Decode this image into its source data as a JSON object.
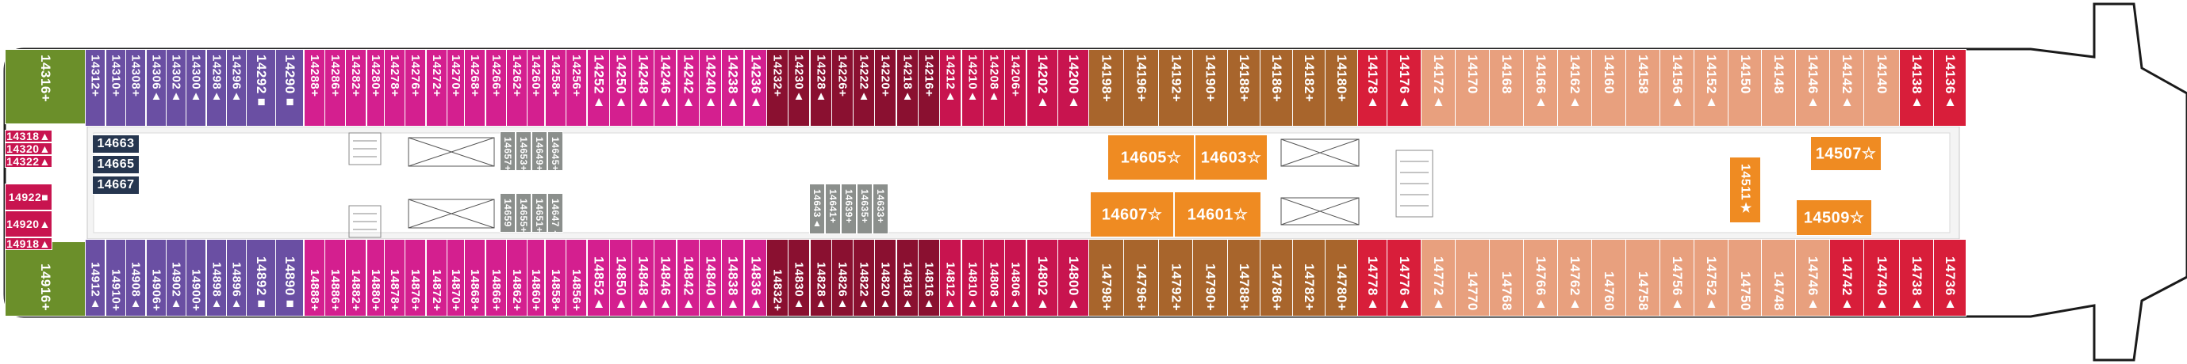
{
  "colors": {
    "aft_green": "#6b8f2a",
    "purple": "#6a4fa3",
    "magenta": "#d41f8f",
    "crimson": "#c8144f",
    "maroon": "#8a1030",
    "brown": "#a8652c",
    "tan": "#e8a07e",
    "red": "#d81e3a",
    "suite_orange": "#ef8b22",
    "navy": "#26364f",
    "grey": "#8b8f8c",
    "outline": "#1a1a1a"
  },
  "top_row": [
    {
      "n": "14316",
      "s": "+",
      "c": "aft_green"
    },
    {
      "n": "14312",
      "s": "+",
      "c": "purple"
    },
    {
      "n": "14310",
      "s": "+",
      "c": "purple"
    },
    {
      "n": "14308",
      "s": "+",
      "c": "purple"
    },
    {
      "n": "14306",
      "s": "▲",
      "c": "purple"
    },
    {
      "n": "14302",
      "s": "▲",
      "c": "purple"
    },
    {
      "n": "14300",
      "s": "▲",
      "c": "purple"
    },
    {
      "n": "14298",
      "s": "▲",
      "c": "purple"
    },
    {
      "n": "14296",
      "s": "▲",
      "c": "purple"
    },
    {
      "n": "14292",
      "s": "■",
      "c": "purple"
    },
    {
      "n": "14290",
      "s": "■",
      "c": "purple"
    },
    {
      "n": "14288",
      "s": "+",
      "c": "magenta"
    },
    {
      "n": "14286",
      "s": "+",
      "c": "magenta"
    },
    {
      "n": "14282",
      "s": "+",
      "c": "magenta"
    },
    {
      "n": "14280",
      "s": "+",
      "c": "magenta"
    },
    {
      "n": "14278",
      "s": "+",
      "c": "magenta"
    },
    {
      "n": "14276",
      "s": "+",
      "c": "magenta"
    },
    {
      "n": "14272",
      "s": "+",
      "c": "magenta"
    },
    {
      "n": "14270",
      "s": "+",
      "c": "magenta"
    },
    {
      "n": "14268",
      "s": "+",
      "c": "magenta"
    },
    {
      "n": "14266",
      "s": "+",
      "c": "magenta"
    },
    {
      "n": "14262",
      "s": "+",
      "c": "magenta"
    },
    {
      "n": "14260",
      "s": "+",
      "c": "magenta"
    },
    {
      "n": "14258",
      "s": "+",
      "c": "magenta"
    },
    {
      "n": "14256",
      "s": "+",
      "c": "magenta"
    },
    {
      "n": "14252",
      "s": "▲",
      "c": "magenta"
    },
    {
      "n": "14250",
      "s": "▲",
      "c": "magenta"
    },
    {
      "n": "14248",
      "s": "▲",
      "c": "magenta"
    },
    {
      "n": "14246",
      "s": "▲",
      "c": "magenta"
    },
    {
      "n": "14242",
      "s": "▲",
      "c": "magenta"
    },
    {
      "n": "14240",
      "s": "▲",
      "c": "magenta"
    },
    {
      "n": "14238",
      "s": "▲",
      "c": "magenta"
    },
    {
      "n": "14236",
      "s": "▲",
      "c": "magenta"
    },
    {
      "n": "14232",
      "s": "+",
      "c": "maroon"
    },
    {
      "n": "14230",
      "s": "▲",
      "c": "maroon"
    },
    {
      "n": "14228",
      "s": "▲",
      "c": "maroon"
    },
    {
      "n": "14226",
      "s": "+",
      "c": "maroon"
    },
    {
      "n": "14222",
      "s": "▲",
      "c": "maroon"
    },
    {
      "n": "14220",
      "s": "+",
      "c": "maroon"
    },
    {
      "n": "14218",
      "s": "▲",
      "c": "maroon"
    },
    {
      "n": "14216",
      "s": "+",
      "c": "maroon"
    },
    {
      "n": "14212",
      "s": "▲",
      "c": "crimson"
    },
    {
      "n": "14210",
      "s": "▲",
      "c": "crimson"
    },
    {
      "n": "14208",
      "s": "▲",
      "c": "crimson"
    },
    {
      "n": "14206",
      "s": "+",
      "c": "crimson"
    },
    {
      "n": "14202",
      "s": "▲",
      "c": "crimson"
    },
    {
      "n": "14200",
      "s": "▲",
      "c": "crimson"
    },
    {
      "n": "14198",
      "s": "+",
      "c": "brown"
    },
    {
      "n": "14196",
      "s": "+",
      "c": "brown"
    },
    {
      "n": "14192",
      "s": "+",
      "c": "brown"
    },
    {
      "n": "14190",
      "s": "+",
      "c": "brown"
    },
    {
      "n": "14188",
      "s": "+",
      "c": "brown"
    },
    {
      "n": "14186",
      "s": "+",
      "c": "brown"
    },
    {
      "n": "14182",
      "s": "+",
      "c": "brown"
    },
    {
      "n": "14180",
      "s": "+",
      "c": "brown"
    },
    {
      "n": "14178",
      "s": "▲",
      "c": "red"
    },
    {
      "n": "14176",
      "s": "▲",
      "c": "red"
    },
    {
      "n": "14172",
      "s": "▲",
      "c": "tan"
    },
    {
      "n": "14170",
      "s": "",
      "c": "tan"
    },
    {
      "n": "14168",
      "s": "",
      "c": "tan"
    },
    {
      "n": "14166",
      "s": "▲",
      "c": "tan"
    },
    {
      "n": "14162",
      "s": "▲",
      "c": "tan"
    },
    {
      "n": "14160",
      "s": "",
      "c": "tan"
    },
    {
      "n": "14158",
      "s": "",
      "c": "tan"
    },
    {
      "n": "14156",
      "s": "▲",
      "c": "tan"
    },
    {
      "n": "14152",
      "s": "▲",
      "c": "tan"
    },
    {
      "n": "14150",
      "s": "",
      "c": "tan"
    },
    {
      "n": "14148",
      "s": "",
      "c": "tan"
    },
    {
      "n": "14146",
      "s": "▲",
      "c": "tan"
    },
    {
      "n": "14142",
      "s": "▲",
      "c": "tan"
    },
    {
      "n": "14140",
      "s": "",
      "c": "tan"
    },
    {
      "n": "14138",
      "s": "▲",
      "c": "red"
    },
    {
      "n": "14136",
      "s": "▲",
      "c": "red"
    }
  ],
  "bottom_row": [
    {
      "n": "14916",
      "s": "+",
      "c": "aft_green"
    },
    {
      "n": "14912",
      "s": "▲",
      "c": "purple"
    },
    {
      "n": "14910",
      "s": "+",
      "c": "purple"
    },
    {
      "n": "14908",
      "s": "▲",
      "c": "purple"
    },
    {
      "n": "14906",
      "s": "+",
      "c": "purple"
    },
    {
      "n": "14902",
      "s": "▲",
      "c": "purple"
    },
    {
      "n": "14900",
      "s": "+",
      "c": "purple"
    },
    {
      "n": "14898",
      "s": "▲",
      "c": "purple"
    },
    {
      "n": "14896",
      "s": "▲",
      "c": "purple"
    },
    {
      "n": "14892",
      "s": "■",
      "c": "purple"
    },
    {
      "n": "14890",
      "s": "■",
      "c": "purple"
    },
    {
      "n": "14888",
      "s": "+",
      "c": "magenta"
    },
    {
      "n": "14886",
      "s": "+",
      "c": "magenta"
    },
    {
      "n": "14882",
      "s": "+",
      "c": "magenta"
    },
    {
      "n": "14880",
      "s": "+",
      "c": "magenta"
    },
    {
      "n": "14878",
      "s": "+",
      "c": "magenta"
    },
    {
      "n": "14876",
      "s": "+",
      "c": "magenta"
    },
    {
      "n": "14872",
      "s": "+",
      "c": "magenta"
    },
    {
      "n": "14870",
      "s": "+",
      "c": "magenta"
    },
    {
      "n": "14868",
      "s": "+",
      "c": "magenta"
    },
    {
      "n": "14866",
      "s": "+",
      "c": "magenta"
    },
    {
      "n": "14862",
      "s": "+",
      "c": "magenta"
    },
    {
      "n": "14860",
      "s": "+",
      "c": "magenta"
    },
    {
      "n": "14858",
      "s": "+",
      "c": "magenta"
    },
    {
      "n": "14856",
      "s": "+",
      "c": "magenta"
    },
    {
      "n": "14852",
      "s": "▲",
      "c": "magenta"
    },
    {
      "n": "14850",
      "s": "▲",
      "c": "magenta"
    },
    {
      "n": "14848",
      "s": "▲",
      "c": "magenta"
    },
    {
      "n": "14846",
      "s": "▲",
      "c": "magenta"
    },
    {
      "n": "14842",
      "s": "▲",
      "c": "magenta"
    },
    {
      "n": "14840",
      "s": "▲",
      "c": "magenta"
    },
    {
      "n": "14838",
      "s": "▲",
      "c": "magenta"
    },
    {
      "n": "14836",
      "s": "▲",
      "c": "magenta"
    },
    {
      "n": "14832",
      "s": "+",
      "c": "maroon"
    },
    {
      "n": "14830",
      "s": "▲",
      "c": "maroon"
    },
    {
      "n": "14828",
      "s": "▲",
      "c": "maroon"
    },
    {
      "n": "14826",
      "s": "▲",
      "c": "maroon"
    },
    {
      "n": "14822",
      "s": "▲",
      "c": "maroon"
    },
    {
      "n": "14820",
      "s": "▲",
      "c": "maroon"
    },
    {
      "n": "14818",
      "s": "▲",
      "c": "maroon"
    },
    {
      "n": "14816",
      "s": "▲",
      "c": "maroon"
    },
    {
      "n": "14812",
      "s": "▲",
      "c": "crimson"
    },
    {
      "n": "14810",
      "s": "▲",
      "c": "crimson"
    },
    {
      "n": "14808",
      "s": "▲",
      "c": "crimson"
    },
    {
      "n": "14806",
      "s": "▲",
      "c": "crimson"
    },
    {
      "n": "14802",
      "s": "▲",
      "c": "crimson"
    },
    {
      "n": "14800",
      "s": "▲",
      "c": "crimson"
    },
    {
      "n": "14798",
      "s": "+",
      "c": "brown"
    },
    {
      "n": "14796",
      "s": "+",
      "c": "brown"
    },
    {
      "n": "14792",
      "s": "+",
      "c": "brown"
    },
    {
      "n": "14790",
      "s": "+",
      "c": "brown"
    },
    {
      "n": "14788",
      "s": "+",
      "c": "brown"
    },
    {
      "n": "14786",
      "s": "+",
      "c": "brown"
    },
    {
      "n": "14782",
      "s": "+",
      "c": "brown"
    },
    {
      "n": "14780",
      "s": "+",
      "c": "brown"
    },
    {
      "n": "14778",
      "s": "▲",
      "c": "red"
    },
    {
      "n": "14776",
      "s": "▲",
      "c": "red"
    },
    {
      "n": "14772",
      "s": "▲",
      "c": "tan"
    },
    {
      "n": "14770",
      "s": "",
      "c": "tan"
    },
    {
      "n": "14768",
      "s": "",
      "c": "tan"
    },
    {
      "n": "14766",
      "s": "▲",
      "c": "tan"
    },
    {
      "n": "14762",
      "s": "▲",
      "c": "tan"
    },
    {
      "n": "14760",
      "s": "",
      "c": "tan"
    },
    {
      "n": "14758",
      "s": "",
      "c": "tan"
    },
    {
      "n": "14756",
      "s": "▲",
      "c": "tan"
    },
    {
      "n": "14752",
      "s": "▲",
      "c": "tan"
    },
    {
      "n": "14750",
      "s": "",
      "c": "tan"
    },
    {
      "n": "14748",
      "s": "",
      "c": "tan"
    },
    {
      "n": "14746",
      "s": "▲",
      "c": "tan"
    },
    {
      "n": "14742",
      "s": "▲",
      "c": "red"
    },
    {
      "n": "14740",
      "s": "▲",
      "c": "red"
    },
    {
      "n": "14738",
      "s": "▲",
      "c": "red"
    },
    {
      "n": "14736",
      "s": "▲",
      "c": "red"
    }
  ],
  "aft_stack": [
    {
      "n": "14318",
      "s": "▲"
    },
    {
      "n": "14320",
      "s": "▲"
    },
    {
      "n": "14322",
      "s": "▲"
    },
    {
      "n": "14922",
      "s": "■"
    },
    {
      "n": "14920",
      "s": "▲"
    },
    {
      "n": "14918",
      "s": "▲"
    }
  ],
  "navy_cabins": [
    "14663",
    "14665",
    "14667"
  ],
  "grey_cabins_a": [
    {
      "n": "14657",
      "s": "+"
    },
    {
      "n": "14653",
      "s": "+"
    },
    {
      "n": "14649",
      "s": "+"
    },
    {
      "n": "14645",
      "s": "+"
    },
    {
      "n": "14651",
      "s": ""
    }
  ],
  "grey_cabins_b": [
    {
      "n": "14659",
      "s": ""
    },
    {
      "n": "14655",
      "s": "+"
    },
    {
      "n": "14651",
      "s": "+"
    },
    {
      "n": "14647",
      "s": "▲"
    }
  ],
  "grey_cabins_c": [
    {
      "n": "14643",
      "s": "▲"
    },
    {
      "n": "14641",
      "s": "+"
    },
    {
      "n": "14639",
      "s": "+"
    },
    {
      "n": "14635",
      "s": "+"
    },
    {
      "n": "14633",
      "s": "+"
    }
  ],
  "suites": [
    {
      "n": "14605",
      "s": "☆"
    },
    {
      "n": "14603",
      "s": "☆"
    },
    {
      "n": "14607",
      "s": "☆"
    },
    {
      "n": "14601",
      "s": "☆"
    },
    {
      "n": "14507",
      "s": "☆"
    },
    {
      "n": "14511",
      "s": "★"
    },
    {
      "n": "14509",
      "s": "☆"
    }
  ]
}
